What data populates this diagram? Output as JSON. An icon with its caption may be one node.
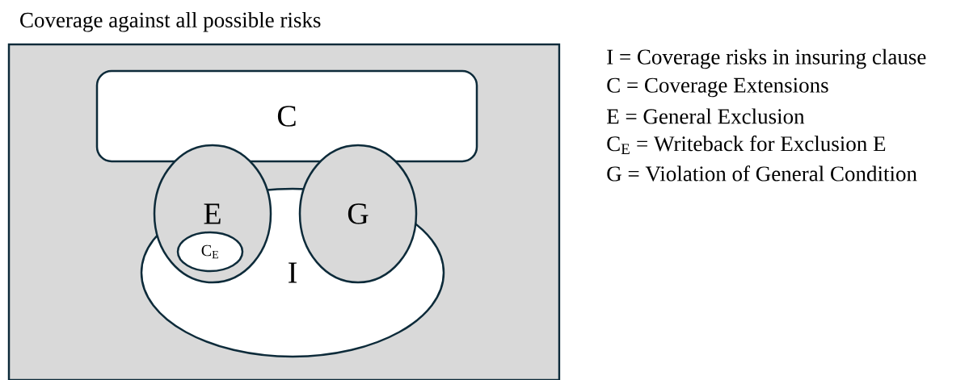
{
  "diagram": {
    "nodes": [
      {
        "text": [
          "Coverage against all possible risks"
        ]
      },
      {
        "text": [
          "C"
        ],
        "in": 0
      },
      {
        "text": [
          "I"
        ],
        "in": 0
      },
      {
        "text": [
          "E"
        ],
        "in": 0
      },
      {
        "text": [
          "C$_{E}$"
        ]
      },
      {
        "text": [
          "G"
        ],
        "in": 0
      }
    ],
    "edges": [],
    "labels": [
      "I = Coverage risks in insuring clause",
      "C = Coverage Extensions",
      "E = General Exclusion",
      "C$_{E}$ = Writeback for Exclusion E",
      "G = Violation of General Condition"
    ]
  }
}
